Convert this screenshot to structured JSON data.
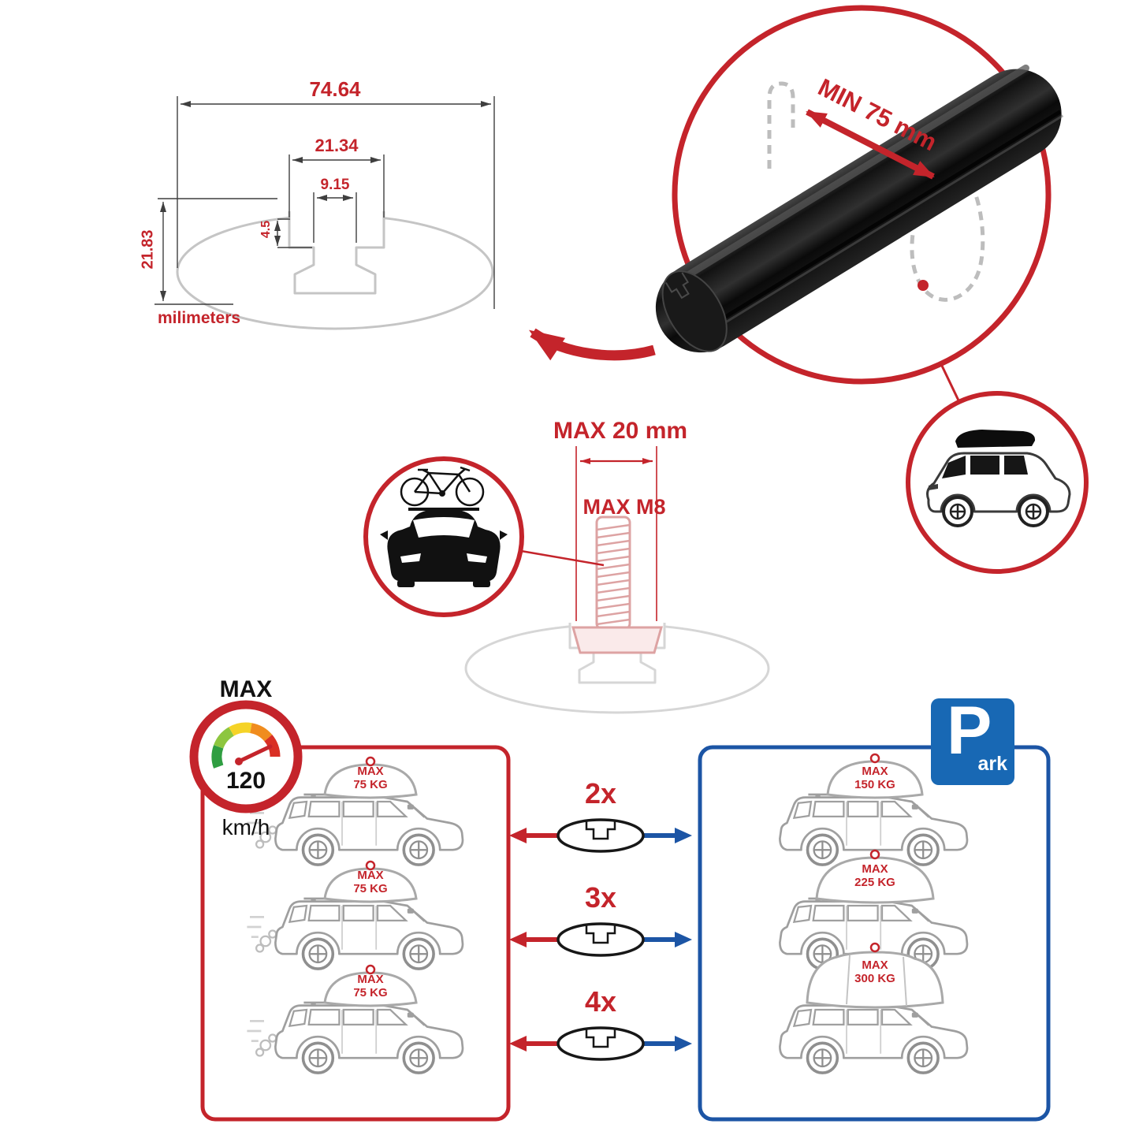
{
  "colors": {
    "red": "#c4242b",
    "blue": "#1c55a5",
    "sign_blue": "#1868b4",
    "line_gray": "#9f9f9f",
    "bar_black": "#141414"
  },
  "profile_drawing": {
    "total_width": "74.64",
    "slot_outer_width": "21.34",
    "slot_inner_width": "9.15",
    "slot_step_depth": "4.5",
    "total_height": "21.83",
    "units_label": "milimeters"
  },
  "clamp_detail": {
    "min_grip_label": "MIN 75 mm"
  },
  "bolt_detail": {
    "max_length_label": "MAX 20 mm",
    "max_thread_label": "MAX M8"
  },
  "speed_limit": {
    "label": "MAX",
    "value": "120",
    "unit": "km/h"
  },
  "park_sign": {
    "letter": "P",
    "suffix": "ark"
  },
  "comparison": {
    "multipliers": [
      {
        "label": "2x"
      },
      {
        "label": "3x"
      },
      {
        "label": "4x"
      }
    ],
    "red_panel": {
      "rows": [
        {
          "label": "MAX",
          "value": "75 KG"
        },
        {
          "label": "MAX",
          "value": "75 KG"
        },
        {
          "label": "MAX",
          "value": "75 KG"
        }
      ]
    },
    "blue_panel": {
      "rows": [
        {
          "label": "MAX",
          "value": "150 KG"
        },
        {
          "label": "MAX",
          "value": "225 KG"
        },
        {
          "label": "MAX",
          "value": "300 KG"
        }
      ]
    }
  }
}
